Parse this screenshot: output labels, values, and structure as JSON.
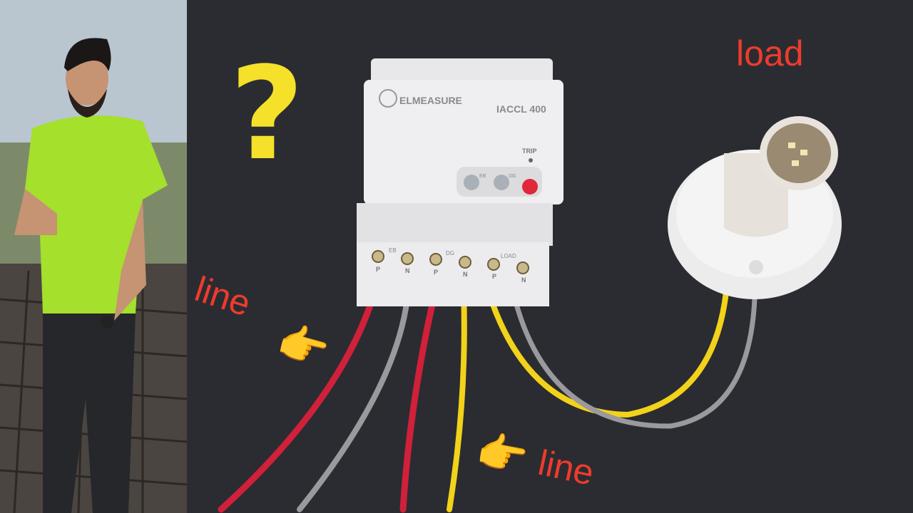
{
  "overlay": {
    "question_mark": "?",
    "load_label": "load",
    "line_label_left": "line",
    "line_label_bottom": "line",
    "pointing_hand_emoji": "👉"
  },
  "device": {
    "brand": "ELMEASURE",
    "model": "IACCL 400",
    "trip_label": "TRIP",
    "button_labels": [
      "EB",
      "DG"
    ],
    "terminal_groups": [
      "EB",
      "DG",
      "LOAD"
    ],
    "terminal_labels": [
      "P",
      "N",
      "P",
      "N",
      "P",
      "N"
    ]
  },
  "colors": {
    "background": "#2b2c31",
    "text_red": "#ef3b2c",
    "question_yellow": "#f5e02a",
    "wire_red": "#d0203a",
    "wire_yellow": "#f2d21a",
    "wire_gray": "#9a9a9e",
    "shirt": "#a4e02c"
  }
}
